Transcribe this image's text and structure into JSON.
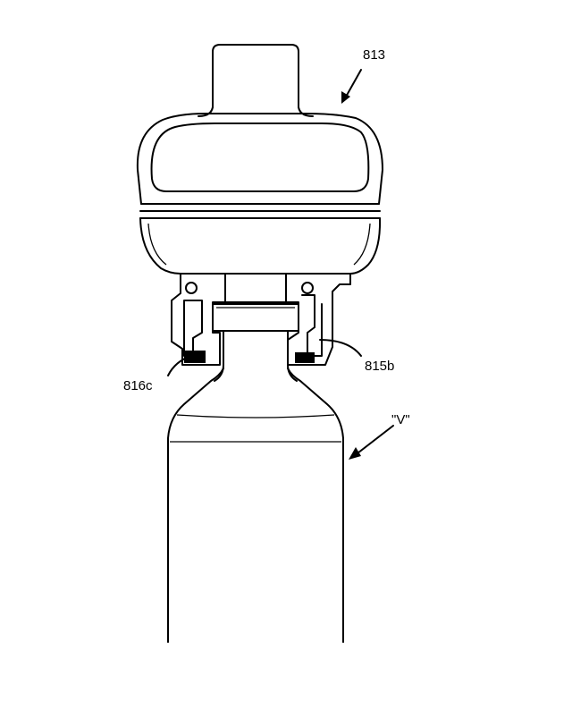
{
  "labels": {
    "device": "813",
    "right_part": "815b",
    "left_part": "816c",
    "vessel": "\"V\""
  }
}
